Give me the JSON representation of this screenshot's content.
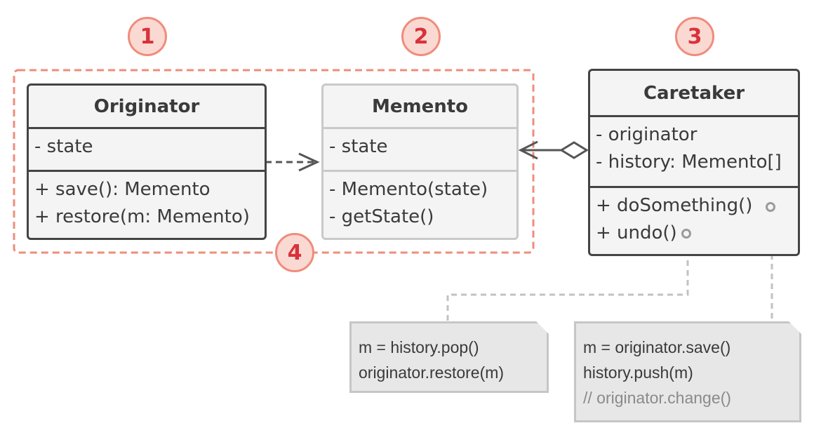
{
  "badges": [
    "1",
    "2",
    "3",
    "4"
  ],
  "originator": {
    "name": "Originator",
    "fields": [
      "- state"
    ],
    "methods": [
      "+ save(): Memento",
      "+ restore(m: Memento)"
    ]
  },
  "memento": {
    "name": "Memento",
    "fields": [
      "- state"
    ],
    "methods": [
      "- Memento(state)",
      "- getState()"
    ]
  },
  "caretaker": {
    "name": "Caretaker",
    "fields": [
      "- originator",
      "- history: Memento[]"
    ],
    "methods": [
      "+ doSomething()",
      "+ undo()"
    ]
  },
  "notes": {
    "undo": [
      "m = history.pop()",
      "originator.restore(m)"
    ],
    "do_something": [
      "m = originator.save()",
      "history.push(m)",
      "// originator.change()"
    ]
  },
  "colors": {
    "accent": "#f08c7b",
    "accent_fill": "#fbd9d3",
    "badge_text": "#d9323a",
    "border_dark": "#444444",
    "border_light": "#c9c9c9",
    "note_fill": "#e7e7e7"
  }
}
